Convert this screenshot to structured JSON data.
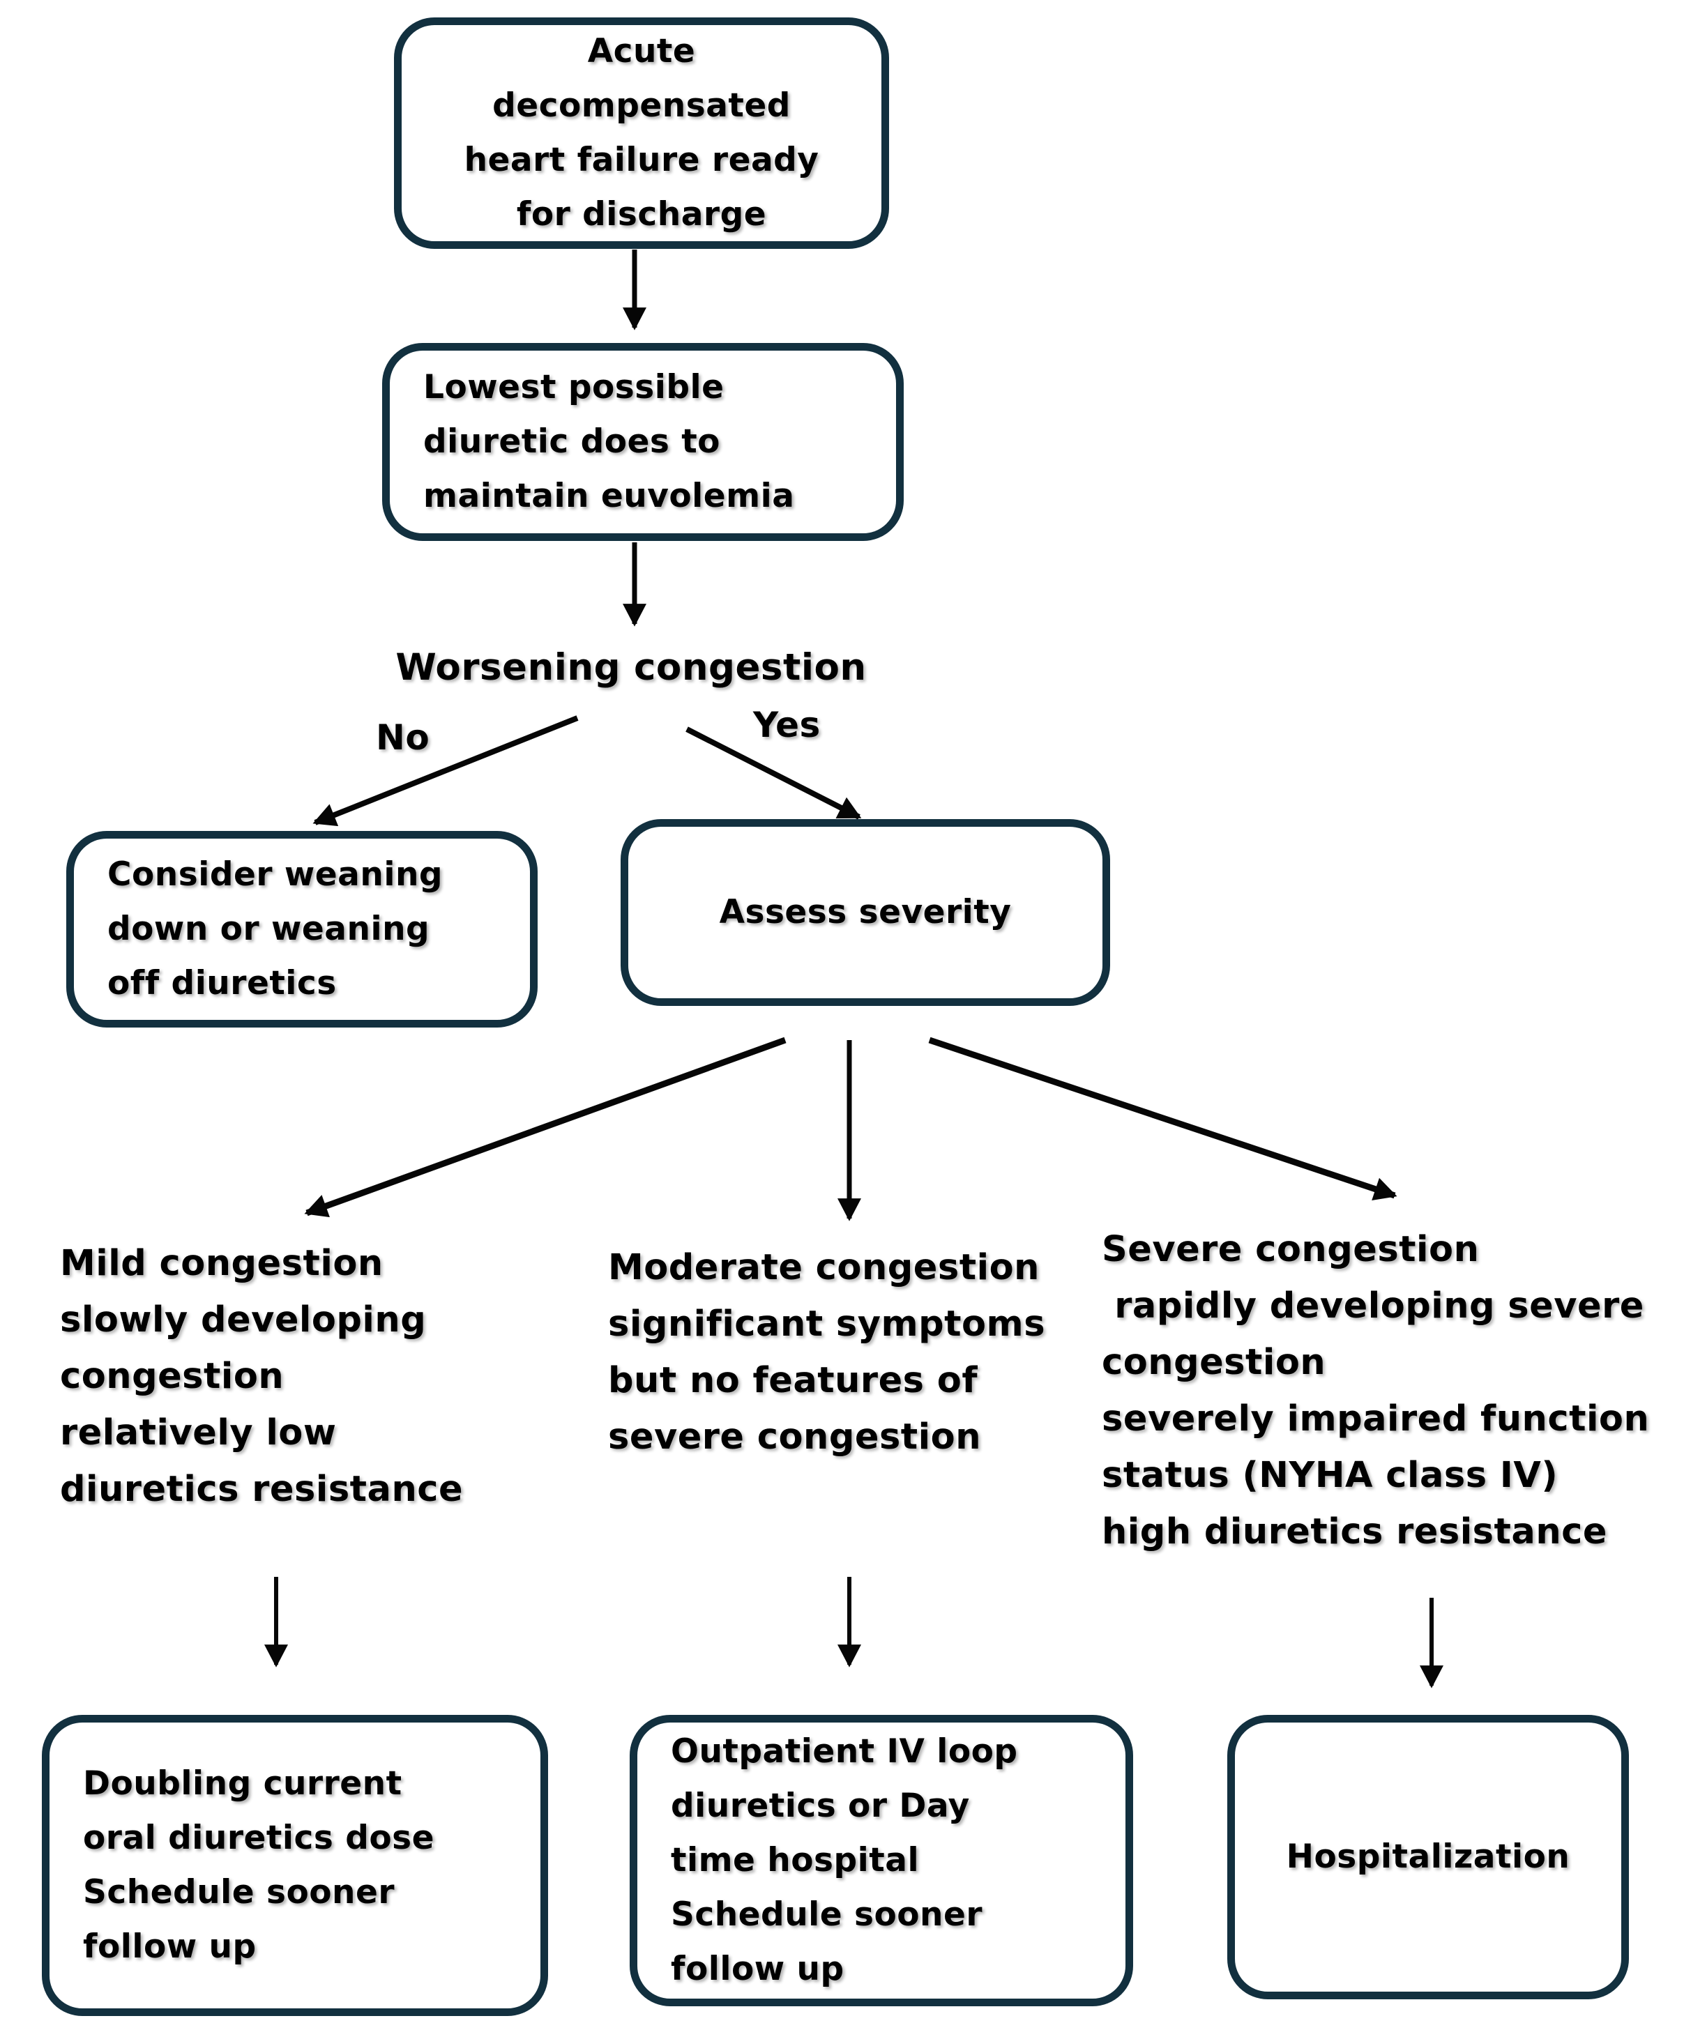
{
  "colors": {
    "box_border": "#12303f",
    "text": "#000000",
    "arrow": "#060606",
    "background": "#ffffff"
  },
  "nodes": {
    "start": {
      "label": "Acute\ndecompensated\nheart failure ready\nfor discharge"
    },
    "lowest_dose": {
      "label": "Lowest possible\ndiuretic does to\nmaintain euvolemia"
    },
    "worsening": {
      "label": "Worsening congestion"
    },
    "consider_weaning": {
      "label": "Consider weaning\ndown or weaning\noff diuretics"
    },
    "assess_severity": {
      "label": "Assess severity"
    },
    "mild": {
      "label": "Mild congestion\nslowly developing\ncongestion\nrelatively low\ndiuretics resistance"
    },
    "moderate": {
      "label": "Moderate congestion\nsignificant symptoms\nbut no features of\nsevere congestion"
    },
    "severe": {
      "label": "Severe congestion\n rapidly developing severe\ncongestion\nseverely impaired function\nstatus (NYHA class IV)\nhigh diuretics resistance"
    },
    "doubling": {
      "label": "Doubling current\noral diuretics dose\nSchedule sooner\nfollow up"
    },
    "outpatient": {
      "label": "Outpatient IV loop\ndiuretics or Day\ntime hospital\nSchedule sooner\nfollow up"
    },
    "hospitalization": {
      "label": "Hospitalization"
    }
  },
  "edge_labels": {
    "no": "No",
    "yes": "Yes"
  }
}
